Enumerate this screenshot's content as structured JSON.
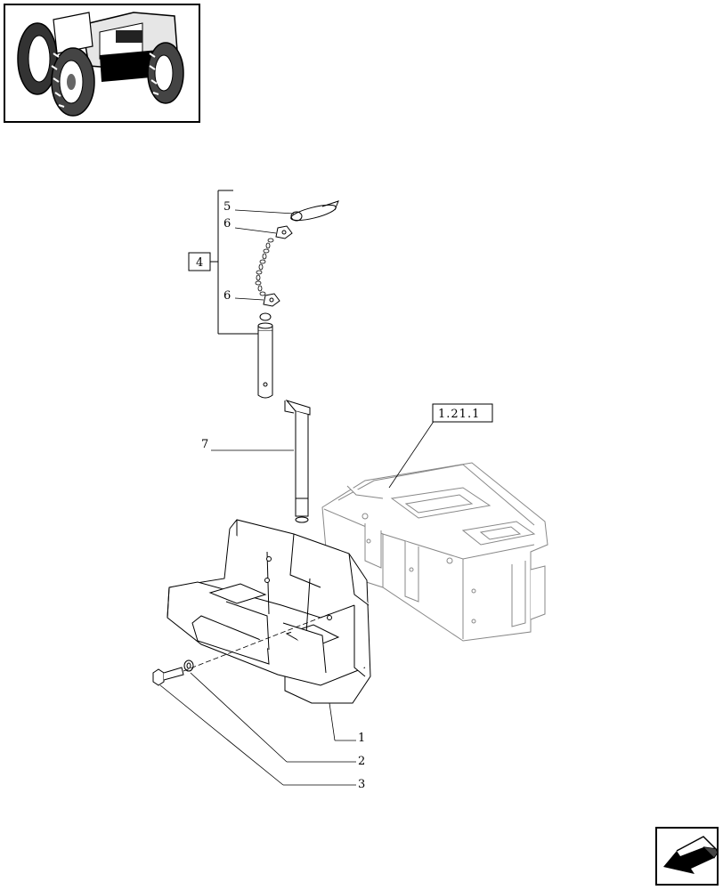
{
  "callouts": {
    "ref_box": "1.21.1",
    "group_box": "4",
    "part_1": "1",
    "part_2": "2",
    "part_3": "3",
    "part_5": "5",
    "part_6_upper": "6",
    "part_6_lower": "6",
    "part_7": "7"
  },
  "icons": {
    "thumbnail": "tractor-thumbnail-icon",
    "navigation": "next-page-arrow-icon"
  }
}
